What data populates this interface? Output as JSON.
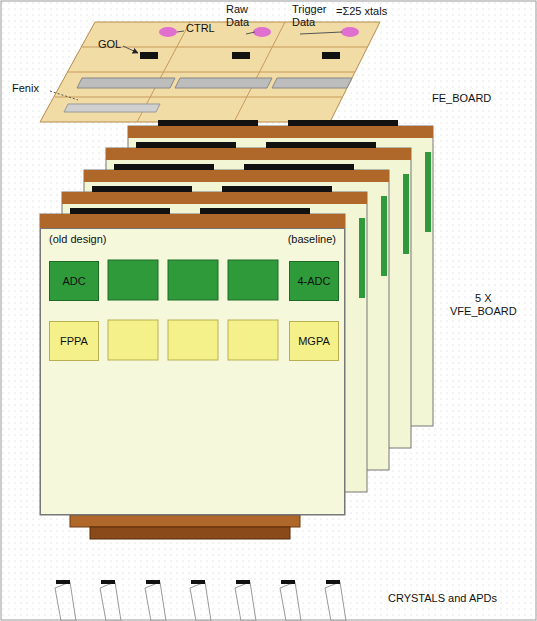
{
  "diagram": {
    "nodes": [
      {
        "text": [
          "(old design)",
          "(baseline)"
        ]
      },
      {
        "text": [
          "ADC"
        ],
        "in": 0
      },
      {
        "text": [
          "4-ADC"
        ],
        "in": 0
      },
      {
        "text": [
          "FPPA"
        ],
        "in": 0
      },
      {
        "text": [
          "MGPA"
        ],
        "in": 0
      }
    ],
    "labels": [
      "GOL",
      "CTRL",
      "Raw Data",
      "Trigger Data",
      "=Σ25 xtals",
      "Fenix",
      "FE_BOARD",
      "5 X VFE_BOARD",
      "CRYSTALS and APDs"
    ]
  }
}
